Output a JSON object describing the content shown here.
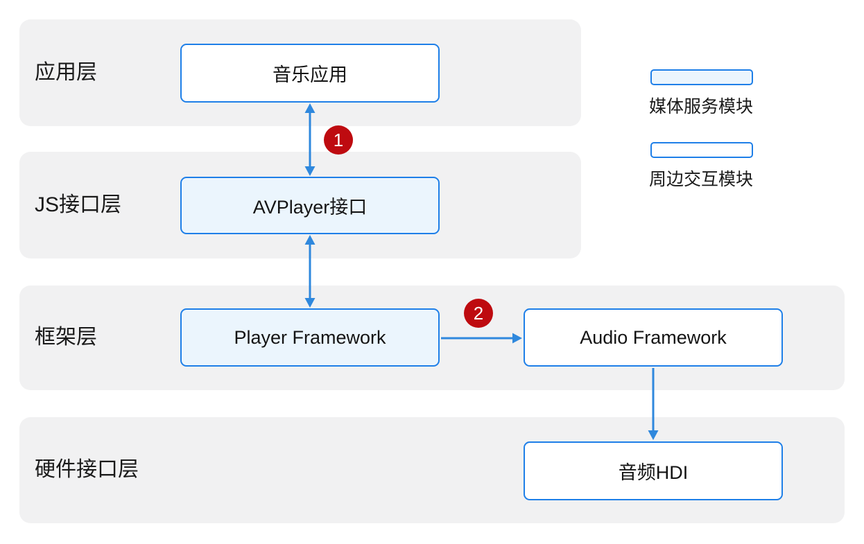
{
  "diagram": {
    "layers": {
      "application": {
        "label": "应用层"
      },
      "js_interface": {
        "label": "JS接口层"
      },
      "framework": {
        "label": "框架层"
      },
      "hardware": {
        "label": "硬件接口层"
      }
    },
    "nodes": {
      "music_app": {
        "label": "音乐应用",
        "module": "peripheral"
      },
      "avplayer_api": {
        "label": "AVPlayer接口",
        "module": "media"
      },
      "player_framework": {
        "label": "Player Framework",
        "module": "media"
      },
      "audio_framework": {
        "label": "Audio Framework",
        "module": "peripheral"
      },
      "audio_hdi": {
        "label": "音频HDI",
        "module": "peripheral"
      }
    },
    "step_badges": {
      "step1": {
        "number": "1"
      },
      "step2": {
        "number": "2"
      }
    },
    "legend": {
      "media": {
        "label": "媒体服务模块"
      },
      "peripheral": {
        "label": "周边交互模块"
      }
    },
    "colors": {
      "node_border": "#1e7fe8",
      "arrow": "#2f88dd",
      "media_fill": "#ebf5fd",
      "peripheral_fill": "#ffffff",
      "layer_band": "#f1f1f2",
      "step_badge": "#be0b10",
      "text": "#1a1a1a"
    }
  }
}
